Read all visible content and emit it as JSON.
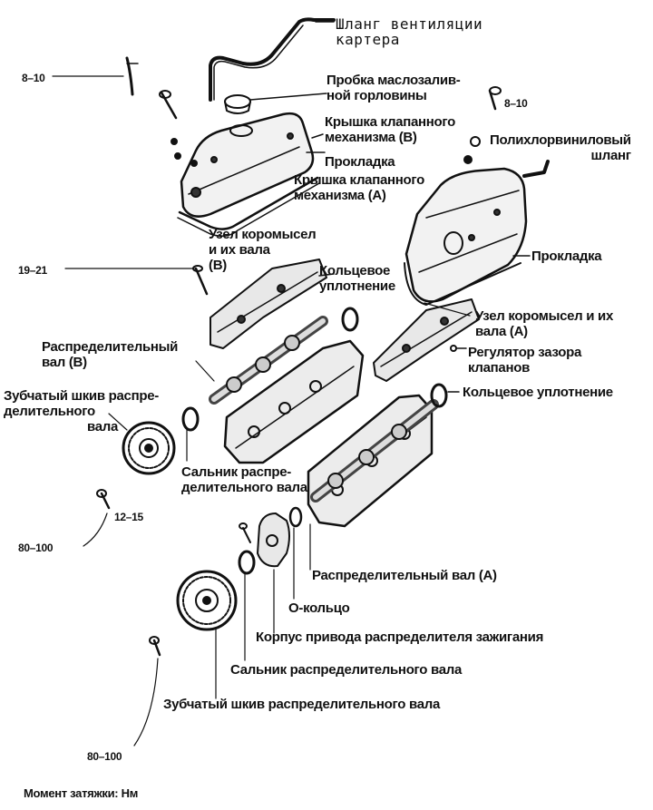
{
  "labels": {
    "vent_hose": [
      "Шланг вентиляции",
      "картера"
    ],
    "oil_cap": [
      "Пробка маслозалив-",
      "ной горловины"
    ],
    "valve_cover_b": [
      "Крышка клапанного",
      "механизма (B)"
    ],
    "gasket_top": "Прокладка",
    "valve_cover_a": [
      "Крышка клапанного",
      "механизма (A)"
    ],
    "pvc_hose": [
      "Полихлорвиниловый",
      "шланг"
    ],
    "rocker_b": [
      "Узел коромысел",
      "и их вала",
      "(B)"
    ],
    "oring_seal_top": [
      "Кольцевое",
      "уплотнение"
    ],
    "gasket_right": "Прокладка",
    "rocker_a": [
      "Узел коромысел и их",
      "вала (A)"
    ],
    "lash_adjuster": [
      "Регулятор зазора",
      "клапанов"
    ],
    "oring_seal_right": "Кольцевое уплотнение",
    "camshaft_b": [
      "Распределительный",
      "вал (B)"
    ],
    "pulley_top": [
      "Зубчатый шкив распре-",
      "делительного",
      "вала"
    ],
    "cam_seal_top": [
      "Сальник распре-",
      "делительного вала"
    ],
    "camshaft_a": "Распределительный вал (A)",
    "o_ring": "О-кольцо",
    "distributor_housing": "Корпус привода распределителя зажигания",
    "cam_seal_bottom": "Сальник распределительного вала",
    "pulley_bottom": "Зубчатый шкив распределительного вала",
    "footer": "Момент затяжки: Нм"
  },
  "torques": {
    "t_top_left": "8–10",
    "t_top_right": "8–10",
    "t_rocker": "19–21",
    "t_mid": "12–15",
    "t_pulley_top": "80–100",
    "t_pulley_bottom": "80–100"
  }
}
